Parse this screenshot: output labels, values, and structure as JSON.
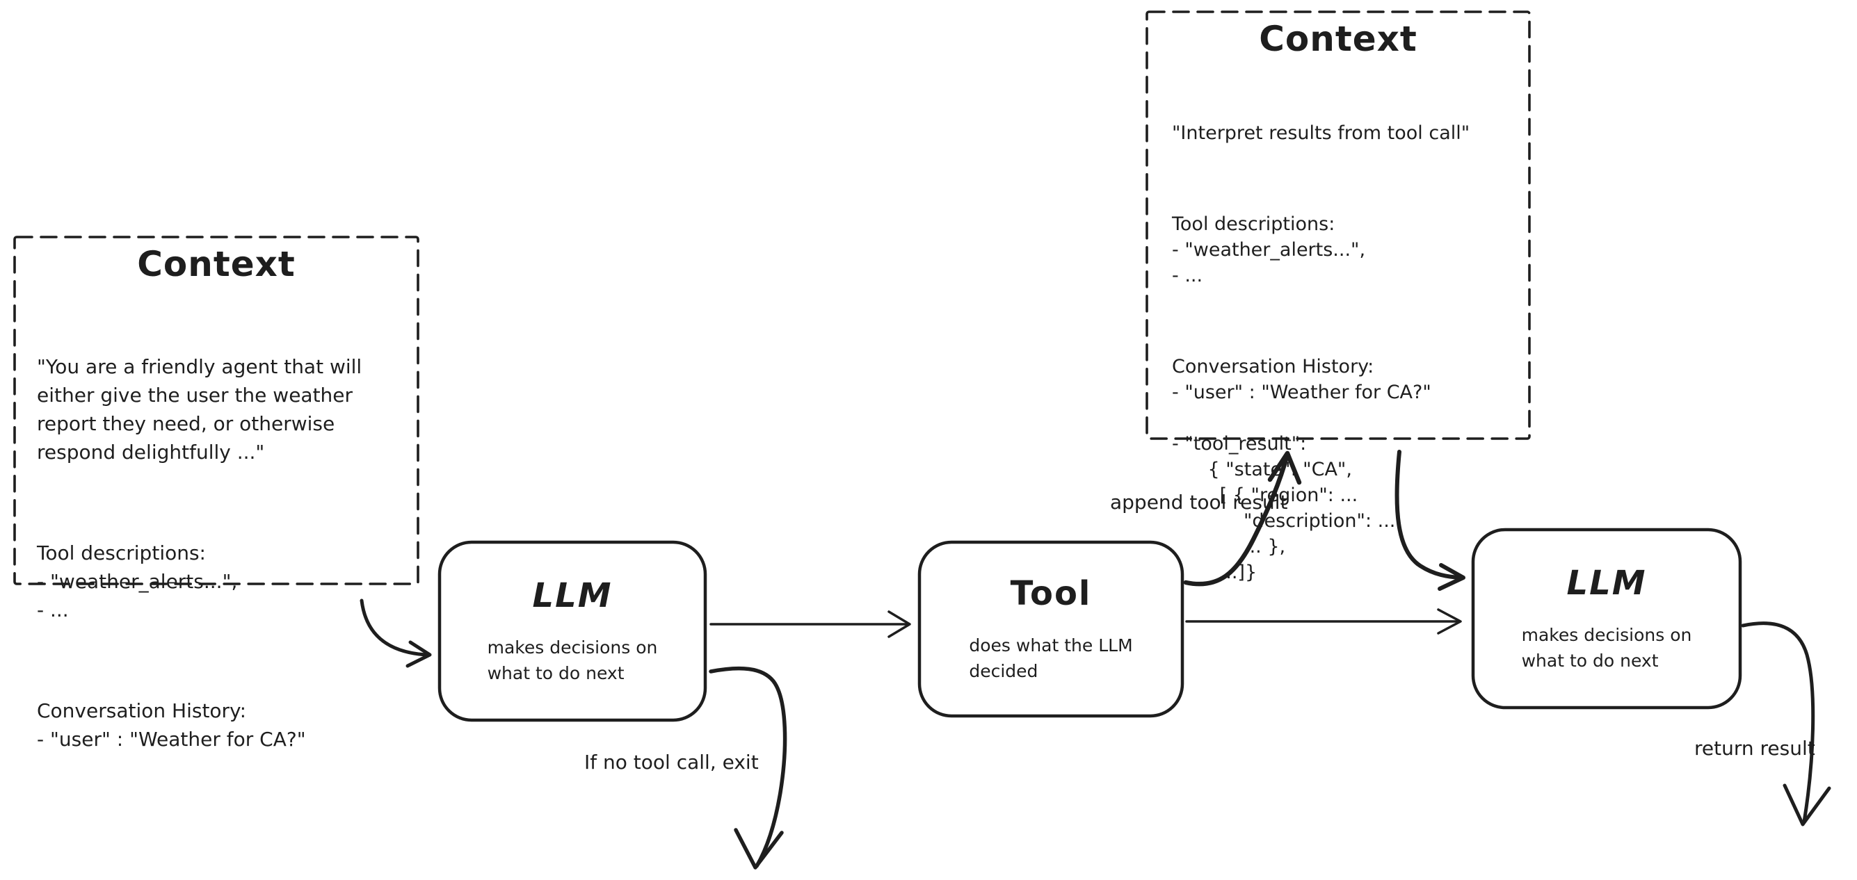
{
  "page": {
    "background": "#ffffff",
    "ink": "#1e1e1e"
  },
  "context_left": {
    "title": "Context",
    "system_prompt": "\"You are a friendly agent that will\neither give the user the weather\nreport they need, or otherwise\nrespond delightfully ...\"",
    "tool_descriptions": "Tool descriptions:\n- \"weather_alerts...\",\n- ...",
    "conversation_history": "Conversation History:\n- \"user\" : \"Weather for CA?\""
  },
  "context_right": {
    "title": "Context",
    "instruction": "\"Interpret results from tool call\"",
    "tool_descriptions": "Tool descriptions:\n- \"weather_alerts...\",\n- ...",
    "conversation_history": "Conversation History:\n- \"user\" : \"Weather for CA?\"\n\n- \"tool_result\":\n      { \"state\": \"CA\",\n        [ { \"region\": ...\n            \"description\": ...\n            ... },\n        ...]}"
  },
  "nodes": {
    "llm_1": {
      "title": "LLM",
      "subtitle": "makes decisions on\nwhat to do next"
    },
    "tool": {
      "title": "Tool",
      "subtitle": "does what the LLM\ndecided"
    },
    "llm_2": {
      "title": "LLM",
      "subtitle": "makes decisions on\nwhat to do next"
    }
  },
  "edge_labels": {
    "append_tool_result": "append tool result",
    "if_no_tool_call_exit": "If no tool call, exit",
    "return_result": "return result"
  }
}
